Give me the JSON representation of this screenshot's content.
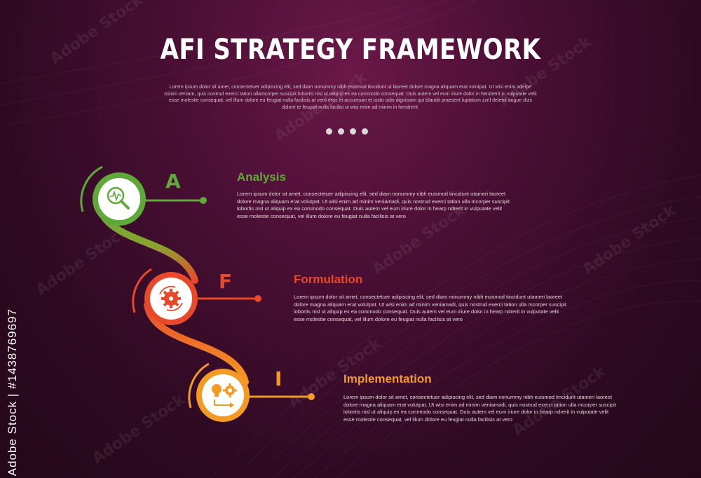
{
  "title": "AFI STRATEGY FRAMEWORK",
  "intro": "Lorem ipsum dolor sit amet, consectetuer adipiscing elit, sed diam nonummy nibh euismod tincidunt ut laoreet dolore magna aliquam erat volutpat. Ut wisi enim adeipe minim veniam, quis nostrud exerci tation ullamcorper suscipit lobortis nisl ut aliquip ex ea commodo consequat. Duis autem vel eum iriure dolor in hendrerit in vulputate velit esse molestie consequat, vel illum dolore eu feugiat nulla facilisis at vero eros et accumsan et iusto odio dignissim qui blandit praesent luptatum zzril delenit augue duis dolore te feugait nulla facilisi ut wisi enim ad minim in hendrerit.",
  "steps": [
    {
      "letter": "A",
      "title": "Analysis",
      "color": "#5fa83a",
      "icon": "magnifier-chart-icon",
      "body": "Lorem ipsum dolor sit amet, consectetuer adipiscing elit, sed diam nonummy nibh euismod tincidunt utameri laoreet dolore magna aliquam erat volutpat. Ut wisi enim ad minim veniamadi, quis nostrud exerci tation ulla mcorper suscipit lobortis nisl ut aliquip ex ea commodo consequat. Duis autem vel eum iriure dolor in hearp ndrerit in vulputate velit esse molestie consequat, vel illum dolore eu feugiat nulla facilisis at vero"
    },
    {
      "letter": "F",
      "title": "Formulation",
      "color": "#e8492b",
      "icon": "gear-cycle-icon",
      "body": "Lorem ipsum dolor sit amet, consectetuer adipiscing elit, sed diam nonummy nibh euismod tincidunt utameri laoreet dolore magna aliquam erat volutpat. Ut wisi enim ad minim veniamadi, quis nostrud exerci tation ulla mcorper suscipit lobortis nisl ut aliquip ex ea commodo consequat. Duis autem vel eum iriure dolor in hearp ndrerit in vulputate velit esse molestie consequat, vel illum dolore eu feugiat nulla facilisis at vero"
    },
    {
      "letter": "I",
      "title": "Implementation",
      "color": "#f39a25",
      "icon": "idea-gear-icon",
      "body": "Lorem ipsum dolor sit amet, consectetuer adipiscing elit, sed diam nonummy nibh euismod tincidunt utameri laoreet dolore magna aliquam erat volutpat. Ut wisi enim ad minim veniamadi, quis nostrud exerci tation ulla mcorper suscipit lobortis nisl ut aliquip ex ea commodo consequat. Duis autem vel eum iriure dolor in hearp ndrerit in vulputate velit esse molestie consequat, vel illum dolore eu feugiat nulla facilisis at vero"
    }
  ],
  "watermark": {
    "text": "Adobe Stock",
    "id": "Adobe Stock | #1438769697"
  }
}
